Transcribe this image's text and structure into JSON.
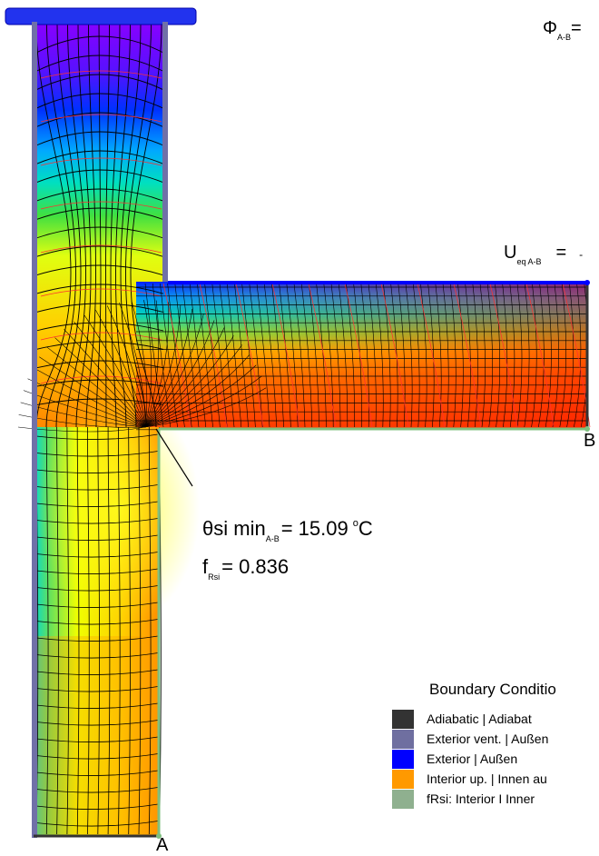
{
  "annotations": {
    "phi_symbol": "Φ",
    "phi_sub": "A-B",
    "phi_eq": "=",
    "u_symbol": "U",
    "u_sub": "eq A-B",
    "u_eq": "=",
    "u_dash": "-",
    "theta_symbol": "θ",
    "theta_label": "si min",
    "theta_sub": "A-B",
    "theta_value": "= 15.09",
    "theta_deg": "o",
    "theta_unit": "C",
    "frsi_symbol": "f",
    "frsi_sub": "Rsi",
    "frsi_value": "= 0.836",
    "point_a": "A",
    "point_b": "B"
  },
  "legend": {
    "title": "Boundary Conditio",
    "items": [
      {
        "label": "Adiabatic |  Adiabat",
        "color": "#333333"
      },
      {
        "label": "Exterior vent. |  Außen",
        "color": "#6f6fa0"
      },
      {
        "label": "Exterior |  Außen",
        "color": "#0000ff"
      },
      {
        "label": "Interior up. |  Innen au",
        "color": "#ff9900"
      },
      {
        "label": "fRsi: Interior   I   Inner",
        "color": "#8fb08f"
      }
    ]
  },
  "colors": {
    "wall_top": "#8800ff",
    "cold": "#0044ff",
    "mid": "#00cccc",
    "warm_mid": "#e8ff00",
    "hot": "#ff2a00",
    "line": "#000000",
    "flux": "#ff3030"
  }
}
